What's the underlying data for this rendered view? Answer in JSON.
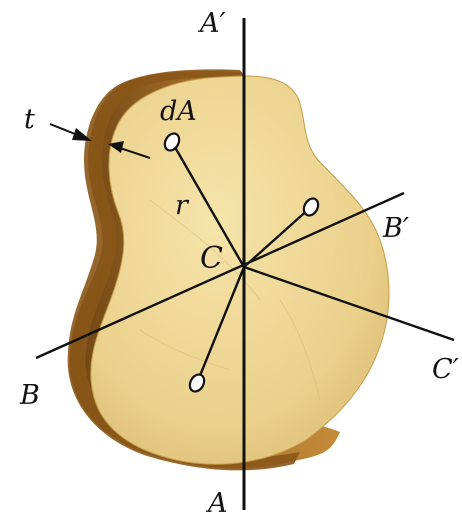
{
  "labels": {
    "a_top": "A′",
    "a_bottom": "A",
    "b_right": "B′",
    "b_left": "B",
    "c_right": "C′",
    "center": "C",
    "thickness": "t",
    "element": "dA",
    "radius": "r"
  },
  "colors": {
    "plate_face": "#efd899",
    "plate_edge": "#b07a2e",
    "plate_edge_dark": "#7a4e17",
    "line": "#111111"
  }
}
